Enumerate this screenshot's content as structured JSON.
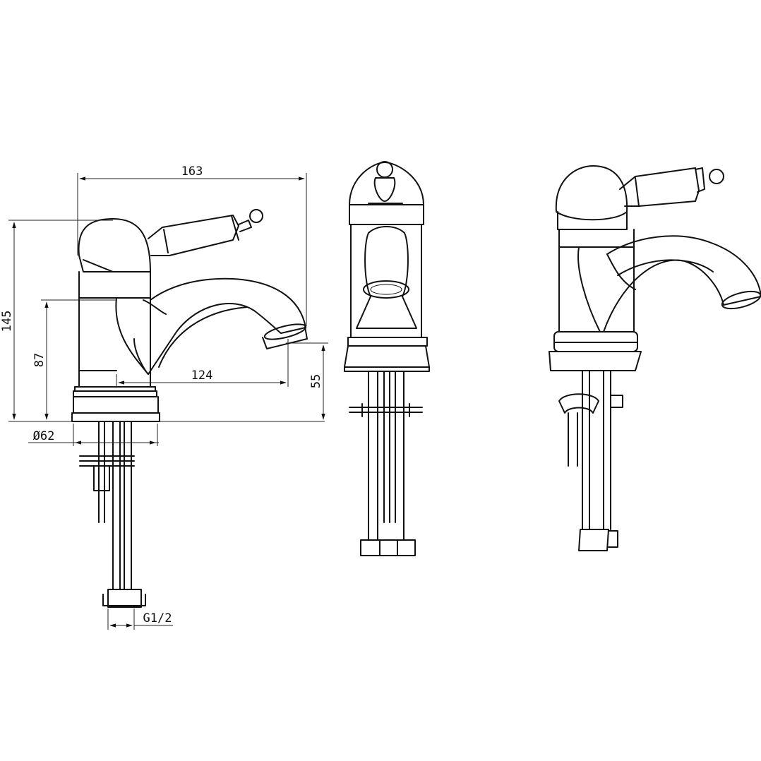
{
  "drawing": {
    "views": [
      "side-view",
      "front-view",
      "perspective-view"
    ],
    "dimensions": {
      "overall_width": "163",
      "overall_height": "145",
      "body_height": "87",
      "spout_reach": "124",
      "spout_clearance": "55",
      "base_diameter": "Ø62",
      "connection_thread": "G1/2"
    }
  }
}
